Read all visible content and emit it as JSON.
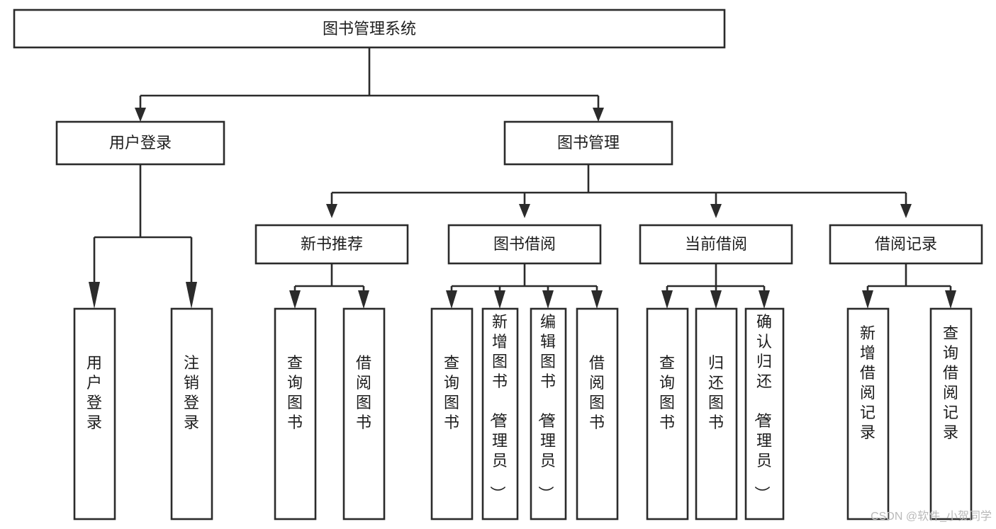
{
  "diagram": {
    "type": "tree",
    "title": "图书管理系统",
    "orientation": "top-down",
    "background_color": "#ffffff",
    "line_color": "#2b2b2b",
    "text_color": "#1d1d1d",
    "nodes": {
      "root": {
        "label": "图书管理系统",
        "level": 0,
        "text_direction": "horizontal"
      },
      "l1_0": {
        "label": "用户登录",
        "level": 1,
        "text_direction": "horizontal"
      },
      "l1_1": {
        "label": "图书管理",
        "level": 1,
        "text_direction": "horizontal"
      },
      "l2_0": {
        "label": "新书推荐",
        "level": 2,
        "text_direction": "horizontal"
      },
      "l2_1": {
        "label": "图书借阅",
        "level": 2,
        "text_direction": "horizontal"
      },
      "l2_2": {
        "label": "当前借阅",
        "level": 2,
        "text_direction": "horizontal"
      },
      "l2_3": {
        "label": "借阅记录",
        "level": 2,
        "text_direction": "horizontal"
      },
      "leaf_0": {
        "label": "用户登录",
        "level": 3,
        "text_direction": "vertical"
      },
      "leaf_1": {
        "label": "注销登录",
        "level": 3,
        "text_direction": "vertical"
      },
      "leaf_2": {
        "label": "查询图书",
        "level": 3,
        "text_direction": "vertical"
      },
      "leaf_3": {
        "label": "借阅图书",
        "level": 3,
        "text_direction": "vertical"
      },
      "leaf_4": {
        "label": "查询图书",
        "level": 3,
        "text_direction": "vertical"
      },
      "leaf_5": {
        "label": "新增图书（管理员）",
        "level": 3,
        "text_direction": "vertical"
      },
      "leaf_6": {
        "label": "编辑图书（管理员）",
        "level": 3,
        "text_direction": "vertical"
      },
      "leaf_7": {
        "label": "借阅图书",
        "level": 3,
        "text_direction": "vertical"
      },
      "leaf_8": {
        "label": "查询图书",
        "level": 3,
        "text_direction": "vertical"
      },
      "leaf_9": {
        "label": "归还图书",
        "level": 3,
        "text_direction": "vertical"
      },
      "leaf_10": {
        "label": "确认归还（管理员）",
        "level": 3,
        "text_direction": "vertical"
      },
      "leaf_11": {
        "label": "新增借阅记录",
        "level": 3,
        "text_direction": "vertical"
      },
      "leaf_12": {
        "label": "查询借阅记录",
        "level": 3,
        "text_direction": "vertical"
      }
    },
    "edges": [
      {
        "from": "root",
        "to": "l1_0"
      },
      {
        "from": "root",
        "to": "l1_1"
      },
      {
        "from": "l1_1",
        "to": "l2_0"
      },
      {
        "from": "l1_1",
        "to": "l2_1"
      },
      {
        "from": "l1_1",
        "to": "l2_2"
      },
      {
        "from": "l1_1",
        "to": "l2_3"
      },
      {
        "from": "l1_0",
        "to": "leaf_0"
      },
      {
        "from": "l1_0",
        "to": "leaf_1"
      },
      {
        "from": "l2_0",
        "to": "leaf_2"
      },
      {
        "from": "l2_0",
        "to": "leaf_3"
      },
      {
        "from": "l2_1",
        "to": "leaf_4"
      },
      {
        "from": "l2_1",
        "to": "leaf_5"
      },
      {
        "from": "l2_1",
        "to": "leaf_6"
      },
      {
        "from": "l2_1",
        "to": "leaf_7"
      },
      {
        "from": "l2_2",
        "to": "leaf_8"
      },
      {
        "from": "l2_2",
        "to": "leaf_9"
      },
      {
        "from": "l2_2",
        "to": "leaf_10"
      },
      {
        "from": "l2_3",
        "to": "leaf_11"
      },
      {
        "from": "l2_3",
        "to": "leaf_12"
      }
    ]
  },
  "watermark": {
    "text": "CSDN @软件_小贺同学"
  }
}
